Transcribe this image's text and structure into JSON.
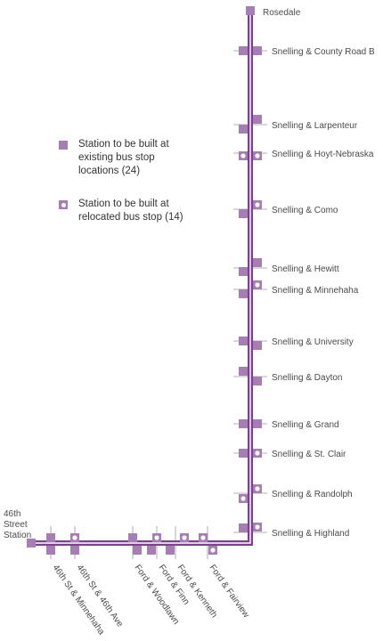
{
  "colors": {
    "route": "#7d3f8f",
    "station": "#a77eb3",
    "tick": "#9a9a9a",
    "label": "#4a4a4a"
  },
  "legend": {
    "existing": {
      "line1": "Station to be built at",
      "line2": "existing bus stop",
      "line3": "locations (24)"
    },
    "relocated": {
      "line1": "Station to be built at",
      "line2": "relocated bus stop (14)"
    }
  },
  "terminus_north": {
    "name": "Rosedale"
  },
  "terminus_south": {
    "line1": "46th",
    "line2": "Street",
    "line3": "Station"
  },
  "snelling_stations": [
    {
      "name": "Snelling & County Road B",
      "left": "existing",
      "right": "existing"
    },
    {
      "name": "Snelling & Larpenteur",
      "left": "existing",
      "right": "existing"
    },
    {
      "name": "Snelling & Hoyt-Nebraska",
      "left": "relocated",
      "right": "relocated"
    },
    {
      "name": "Snelling & Como",
      "left": "existing",
      "right": "relocated"
    },
    {
      "name": "Snelling & Hewitt",
      "left": "existing",
      "right": "existing"
    },
    {
      "name": "Snelling & Minnehaha",
      "left": "existing",
      "right": "relocated"
    },
    {
      "name": "Snelling & University",
      "left": "existing",
      "right": "existing"
    },
    {
      "name": "Snelling & Dayton",
      "left": "existing",
      "right": "existing"
    },
    {
      "name": "Snelling & Grand",
      "left": "existing",
      "right": "existing"
    },
    {
      "name": "Snelling & St. Clair",
      "left": "existing",
      "right": "relocated"
    },
    {
      "name": "Snelling & Randolph",
      "left": "relocated",
      "right": "relocated"
    },
    {
      "name": "Snelling & Highland",
      "left": "existing",
      "right": "relocated"
    }
  ],
  "ford_stations": [
    {
      "name": "46th St & Minnehaha",
      "top": "existing",
      "bottom": "existing"
    },
    {
      "name": "46th St & 46th Ave",
      "top": "relocated",
      "bottom": "existing"
    },
    {
      "name": "Ford & Woodlawn",
      "top": "existing",
      "bottom": "existing"
    },
    {
      "name": "Ford & Finn",
      "top": "relocated",
      "bottom": "existing"
    },
    {
      "name": "Ford & Kenneth",
      "top": "relocated",
      "bottom": "existing"
    },
    {
      "name": "Ford & Fairview",
      "top": "relocated",
      "bottom": "relocated"
    }
  ]
}
